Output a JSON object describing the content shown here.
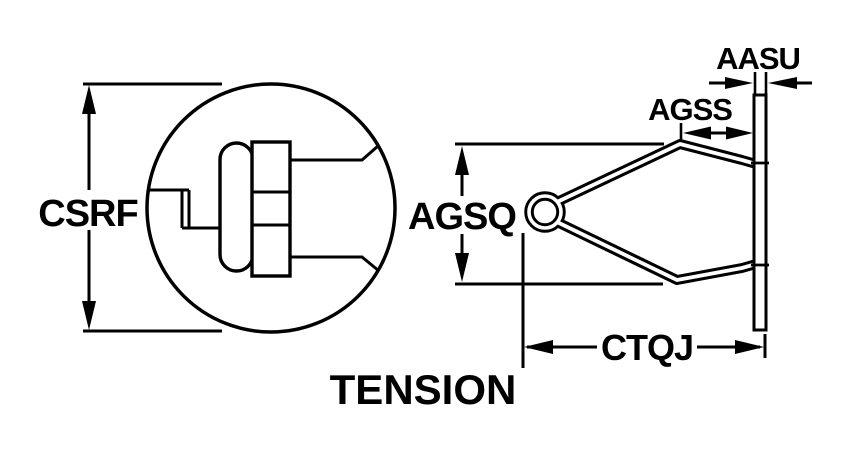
{
  "caption": "TENSION",
  "labels": {
    "csrf": "CSRF",
    "agsq": "AGSQ",
    "aasu": "AASU",
    "agss": "AGSS",
    "ctqj": "CTQJ"
  },
  "colors": {
    "ink": "#000000",
    "paper": "#ffffff"
  }
}
